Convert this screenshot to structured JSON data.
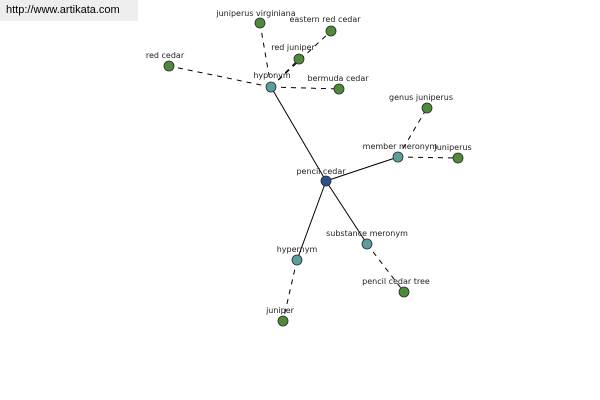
{
  "watermark": {
    "text": "http://www.artikata.com"
  },
  "colors": {
    "center_node": "#2f4f8a",
    "relation_node": "#5a9e9e",
    "term_node": "#4f8a3a",
    "edge": "#000000",
    "watermark_bg": "#eeeeee"
  },
  "nodes": [
    {
      "id": "pencil_cedar",
      "label": "pencil cedar",
      "kind": "center"
    },
    {
      "id": "hyponym",
      "label": "hyponym",
      "kind": "relation"
    },
    {
      "id": "member_meronym",
      "label": "member meronym",
      "kind": "relation"
    },
    {
      "id": "substance_meronym",
      "label": "substance meronym",
      "kind": "relation"
    },
    {
      "id": "hypernym",
      "label": "hypernym",
      "kind": "relation"
    },
    {
      "id": "juniperus_virginiana",
      "label": "juniperus virginiana",
      "kind": "term"
    },
    {
      "id": "eastern_red_cedar",
      "label": "eastern red cedar",
      "kind": "term"
    },
    {
      "id": "red_juniper",
      "label": "red juniper",
      "kind": "term"
    },
    {
      "id": "red_cedar",
      "label": "red cedar",
      "kind": "term"
    },
    {
      "id": "bermuda_cedar",
      "label": "bermuda cedar",
      "kind": "term"
    },
    {
      "id": "genus_juniperus",
      "label": "genus juniperus",
      "kind": "term"
    },
    {
      "id": "juniperus",
      "label": "Juniperus",
      "kind": "term"
    },
    {
      "id": "pencil_cedar_tree",
      "label": "pencil cedar tree",
      "kind": "term"
    },
    {
      "id": "juniper",
      "label": "juniper",
      "kind": "term"
    }
  ],
  "edges": [
    {
      "from": "pencil_cedar",
      "to": "hyponym",
      "style": "solid"
    },
    {
      "from": "pencil_cedar",
      "to": "member_meronym",
      "style": "solid"
    },
    {
      "from": "pencil_cedar",
      "to": "substance_meronym",
      "style": "solid"
    },
    {
      "from": "pencil_cedar",
      "to": "hypernym",
      "style": "solid"
    },
    {
      "from": "hyponym",
      "to": "juniperus_virginiana",
      "style": "dashed"
    },
    {
      "from": "hyponym",
      "to": "eastern_red_cedar",
      "style": "dashed"
    },
    {
      "from": "hyponym",
      "to": "red_juniper",
      "style": "dashed"
    },
    {
      "from": "hyponym",
      "to": "red_cedar",
      "style": "dashed"
    },
    {
      "from": "hyponym",
      "to": "bermuda_cedar",
      "style": "dashed"
    },
    {
      "from": "member_meronym",
      "to": "genus_juniperus",
      "style": "dashed"
    },
    {
      "from": "member_meronym",
      "to": "juniperus",
      "style": "dashed"
    },
    {
      "from": "substance_meronym",
      "to": "pencil_cedar_tree",
      "style": "dashed"
    },
    {
      "from": "hypernym",
      "to": "juniper",
      "style": "dashed"
    }
  ]
}
